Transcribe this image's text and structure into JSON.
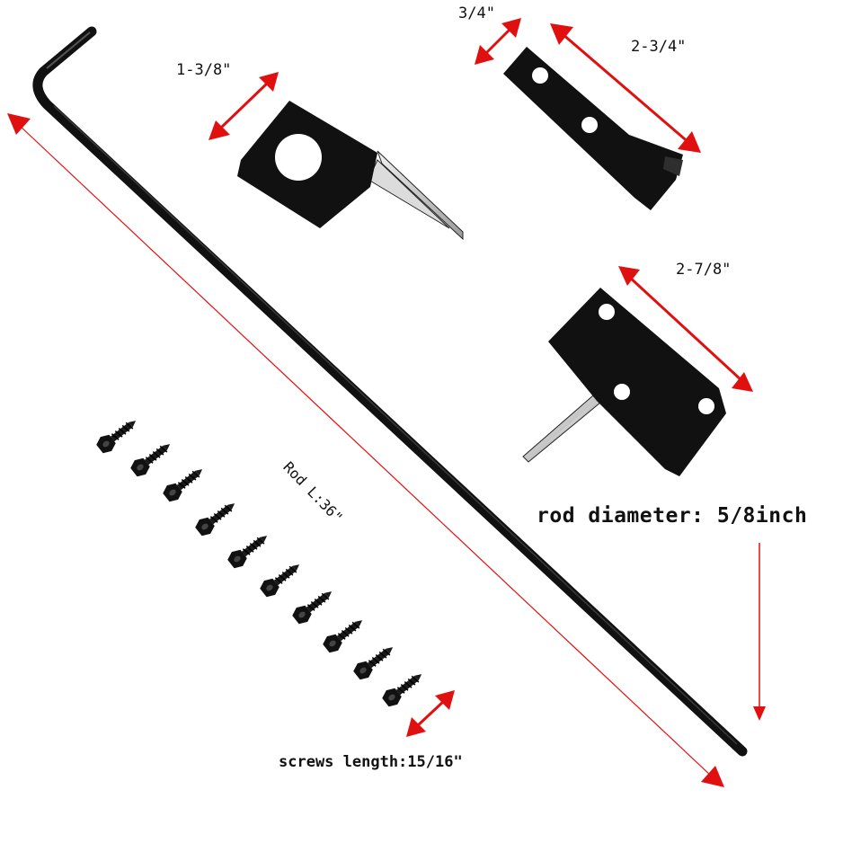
{
  "labels": {
    "bracket_1_width": "1-3/8\"",
    "bracket_2_width": "3/4\"",
    "bracket_2_length": "2-3/4\"",
    "bracket_3_length": "2-7/8\"",
    "rod_diameter": "rod diameter: 5/8inch",
    "rod_length": "Rod L:36\"",
    "screws_length": "screws length:15/16\""
  },
  "colors": {
    "metal": "#111111",
    "arrow": "#e01010",
    "background": "#ffffff"
  },
  "screws": {
    "count": 10
  }
}
